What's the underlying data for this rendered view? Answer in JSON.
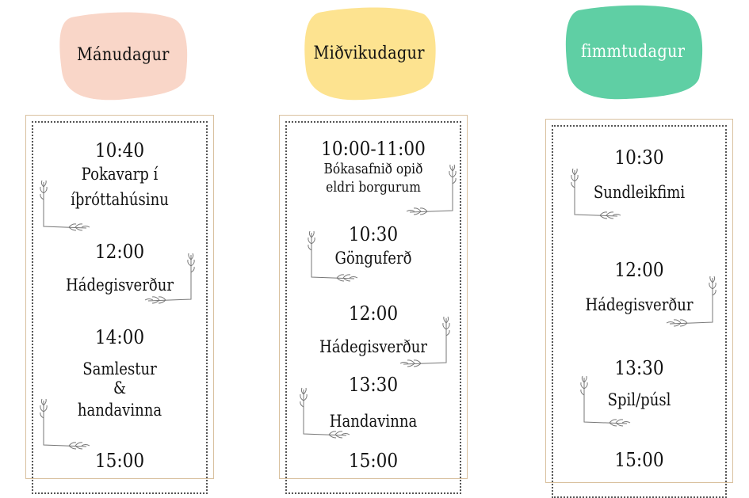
{
  "colors": {
    "monday_blob": "#f9d6c8",
    "wednesday_blob": "#fde390",
    "thursday_blob": "#5fcfa4",
    "frame_border": "#d9c19f",
    "dotted_border": "#555555",
    "text": "#111111"
  },
  "days": [
    {
      "title": "Mánudagur",
      "events": [
        {
          "time": "10:40",
          "activity_lines": [
            "Pokavarp í",
            "íþróttahúsinu"
          ]
        },
        {
          "time": "12:00",
          "activity_lines": [
            "Hádegisverður"
          ]
        },
        {
          "time": "14:00",
          "activity_lines": [
            "Samlestur",
            "&",
            "handavinna"
          ]
        },
        {
          "time": "15:00",
          "activity_lines": []
        }
      ]
    },
    {
      "title": "Miðvikudagur",
      "events": [
        {
          "time": "10:00-11:00",
          "activity_lines": [
            "Bókasafnið opið",
            "eldri borgurum"
          ]
        },
        {
          "time": "10:30",
          "activity_lines": [
            "Gönguferð"
          ]
        },
        {
          "time": "12:00",
          "activity_lines": [
            "Hádegisverður"
          ]
        },
        {
          "time": "13:30",
          "activity_lines": [
            "Handavinna"
          ]
        },
        {
          "time": "15:00",
          "activity_lines": []
        }
      ]
    },
    {
      "title": "fimmtudagur",
      "events": [
        {
          "time": "10:30",
          "activity_lines": [
            "Sundleikfimi"
          ]
        },
        {
          "time": "12:00",
          "activity_lines": [
            "Hádegisverður"
          ]
        },
        {
          "time": "13:30",
          "activity_lines": [
            "Spil/púsl"
          ]
        },
        {
          "time": "15:00",
          "activity_lines": []
        }
      ]
    }
  ],
  "icons": {
    "blob": "rounded-blob-shape",
    "sprig": "leaf-sprig-corner-ornament"
  }
}
